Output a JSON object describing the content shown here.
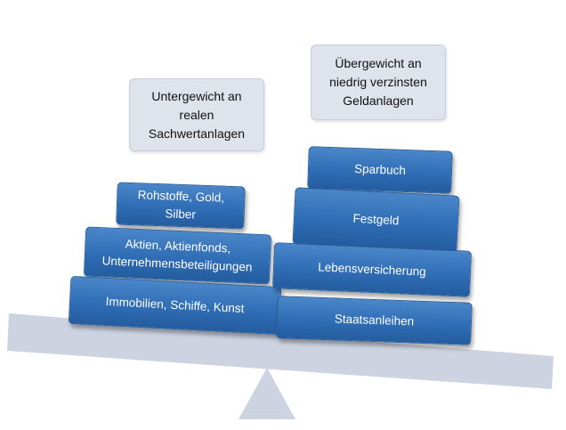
{
  "notes": {
    "left": {
      "lines": [
        "Untergewicht an",
        "realen",
        "Sachwertanlagen"
      ]
    },
    "right": {
      "lines": [
        "Übergewicht an",
        "niedrig verzinsten",
        "Geldanlagen"
      ]
    }
  },
  "left_stack": {
    "top": {
      "lines": [
        "Rohstoffe, Gold,",
        "Silber"
      ]
    },
    "middle": {
      "lines": [
        "Aktien, Aktienfonds,",
        "Unternehmensbeteiligungen"
      ]
    },
    "bottom": {
      "lines": [
        "Immobilien,  Schiffe, Kunst"
      ]
    }
  },
  "right_stack": {
    "top": {
      "lines": [
        "Sparbuch"
      ]
    },
    "second": {
      "lines": [
        "Festgeld"
      ]
    },
    "third": {
      "lines": [
        "Lebensversicherung"
      ]
    },
    "bottom": {
      "lines": [
        "Staatsanleihen"
      ]
    }
  },
  "colors": {
    "block_blue": "#2f6db5",
    "note_gray": "#dfe3ec",
    "seesaw_gray": "#cdd3e1"
  }
}
